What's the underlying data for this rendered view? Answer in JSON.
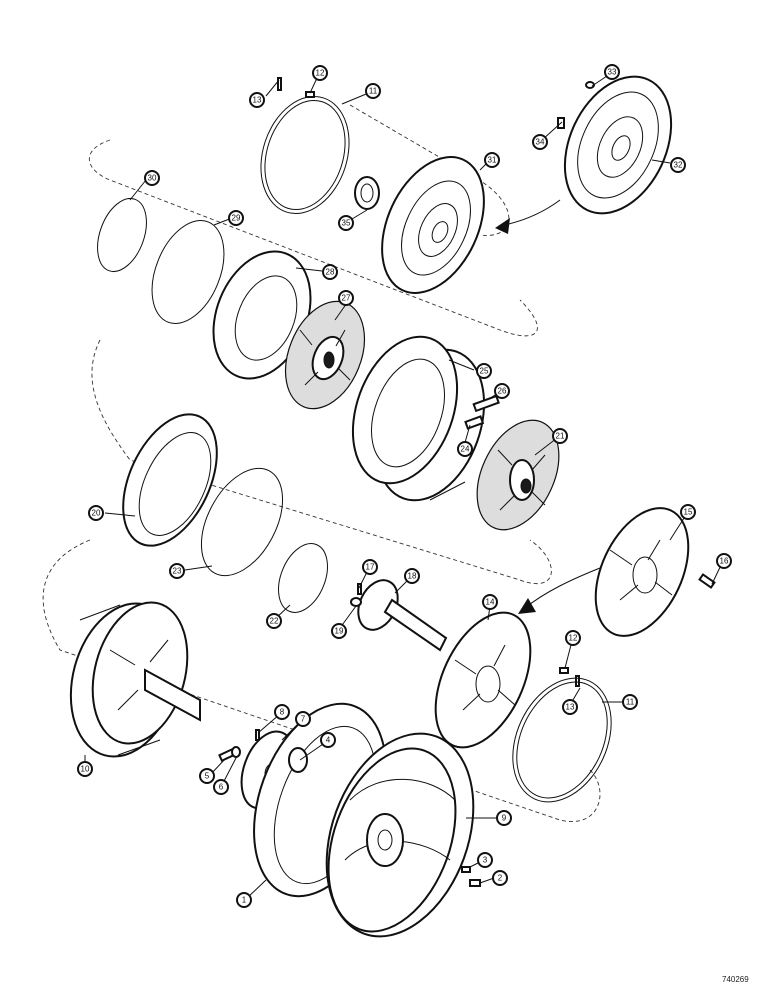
{
  "drawing_number": "740269",
  "callouts": [
    {
      "id": "c1",
      "label": "1"
    },
    {
      "id": "c2",
      "label": "2"
    },
    {
      "id": "c3",
      "label": "3"
    },
    {
      "id": "c4",
      "label": "4"
    },
    {
      "id": "c5",
      "label": "5"
    },
    {
      "id": "c6",
      "label": "6"
    },
    {
      "id": "c7",
      "label": "7"
    },
    {
      "id": "c8",
      "label": "8"
    },
    {
      "id": "c9",
      "label": "9"
    },
    {
      "id": "c10",
      "label": "10"
    },
    {
      "id": "c11a",
      "label": "11"
    },
    {
      "id": "c11b",
      "label": "11"
    },
    {
      "id": "c12a",
      "label": "12"
    },
    {
      "id": "c12b",
      "label": "12"
    },
    {
      "id": "c13a",
      "label": "13"
    },
    {
      "id": "c13b",
      "label": "13"
    },
    {
      "id": "c14",
      "label": "14"
    },
    {
      "id": "c15",
      "label": "15"
    },
    {
      "id": "c16",
      "label": "16"
    },
    {
      "id": "c17",
      "label": "17"
    },
    {
      "id": "c18",
      "label": "18"
    },
    {
      "id": "c19",
      "label": "19"
    },
    {
      "id": "c20",
      "label": "20"
    },
    {
      "id": "c21",
      "label": "21"
    },
    {
      "id": "c22",
      "label": "22"
    },
    {
      "id": "c23",
      "label": "23"
    },
    {
      "id": "c24",
      "label": "24"
    },
    {
      "id": "c25",
      "label": "25"
    },
    {
      "id": "c26",
      "label": "26"
    },
    {
      "id": "c27",
      "label": "27"
    },
    {
      "id": "c28",
      "label": "28"
    },
    {
      "id": "c29",
      "label": "29"
    },
    {
      "id": "c30",
      "label": "30"
    },
    {
      "id": "c31",
      "label": "31"
    },
    {
      "id": "c32",
      "label": "32"
    },
    {
      "id": "c33",
      "label": "33"
    },
    {
      "id": "c34",
      "label": "34"
    },
    {
      "id": "c35",
      "label": "35"
    }
  ]
}
